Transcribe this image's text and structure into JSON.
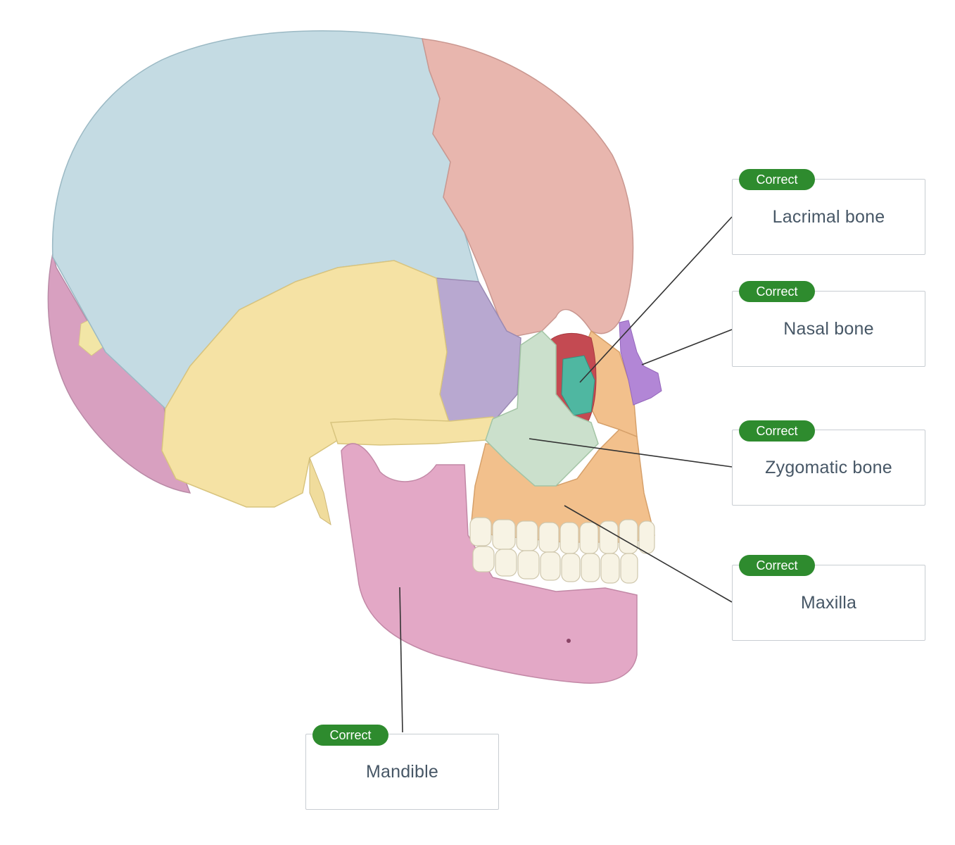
{
  "status_color": "#2e8b2e",
  "labels": [
    {
      "id": "lacrimal",
      "status": "Correct",
      "text": "Lacrimal bone"
    },
    {
      "id": "nasal",
      "status": "Correct",
      "text": "Nasal bone"
    },
    {
      "id": "zygomatic",
      "status": "Correct",
      "text": "Zygomatic bone"
    },
    {
      "id": "maxilla",
      "status": "Correct",
      "text": "Maxilla"
    },
    {
      "id": "mandible",
      "status": "Correct",
      "text": "Mandible"
    }
  ]
}
